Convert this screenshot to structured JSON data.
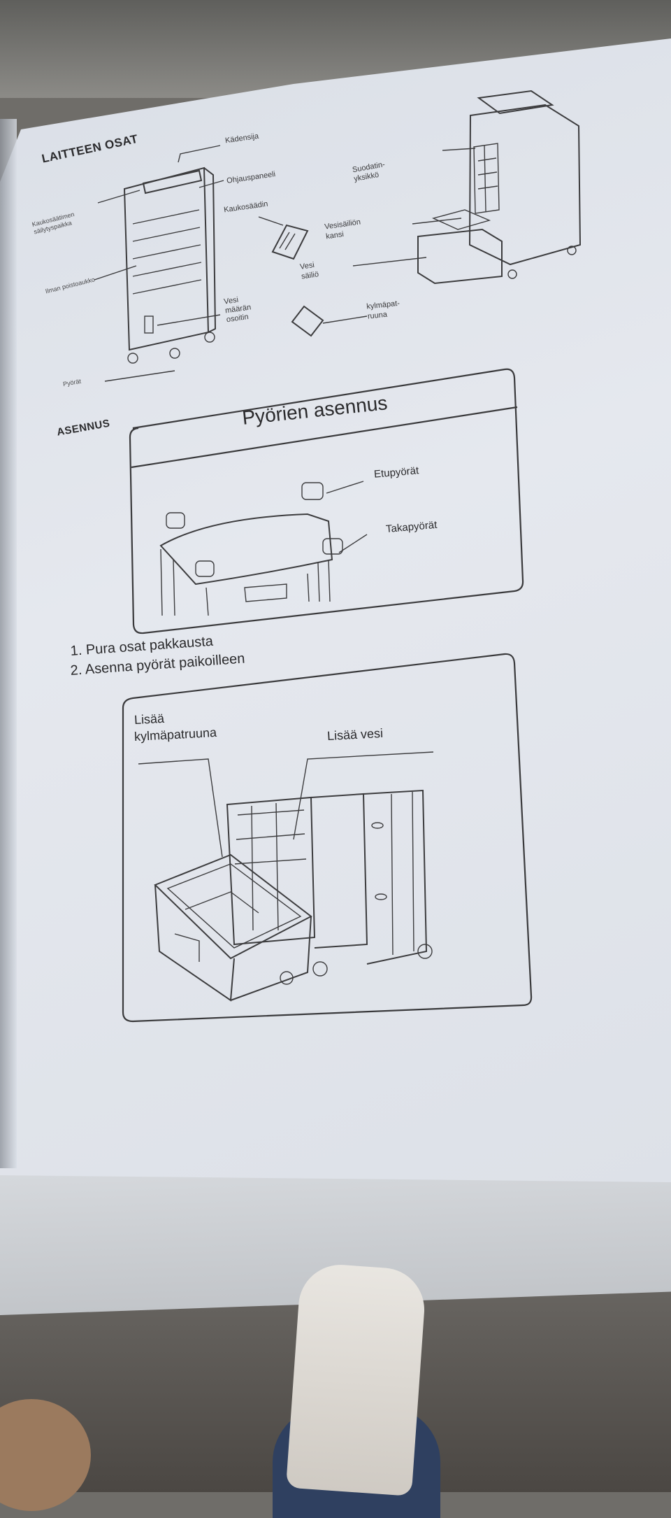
{
  "section1": {
    "title": "LAITTEEN OSAT",
    "labels": {
      "handle": "Kädensija",
      "control_panel": "Ohjauspaneeli",
      "remote_holder": "Kaukosäätimen säilytyspaikka",
      "air_outlet": "Ilman poistoaukko",
      "remote": "Kaukosäädin",
      "water_level": "Vesi määrän osoitin",
      "wheels": "Pyörät",
      "filter_unit": "Suodatin-yksikkö",
      "tank_cover": "Vesisäiliön kansi",
      "water_tank": "Vesi säiliö",
      "ice_pack": "kylmäpat-ruuna"
    }
  },
  "section2": {
    "title": "ASENNUS",
    "panel_title": "Pyörien asennus",
    "front_wheels": "Etupyörät",
    "rear_wheels": "Takapyörät"
  },
  "steps": [
    "1.  Pura osat pakkausta",
    "2.  Asenna pyörät paikoilleen"
  ],
  "panel3": {
    "add_ice_line1": "Lisää",
    "add_ice_line2": "kylmäpatruuna",
    "add_water": "Lisää vesi"
  }
}
